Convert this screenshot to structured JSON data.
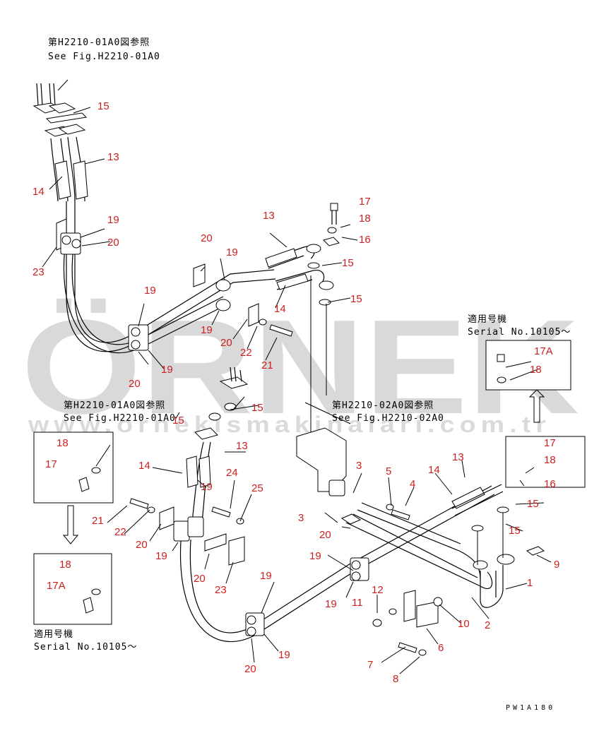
{
  "watermark": {
    "brand": "ÖRNEK",
    "site": "www.ornekismakinalari.com.tr"
  },
  "references": {
    "top": {
      "jp": "第H2210-01A0図参照",
      "en": "See Fig.H2210-01A0"
    },
    "mid_left": {
      "jp": "第H2210-01A0図参照",
      "en": "See Fig.H2210-01A0"
    },
    "mid_right": {
      "jp": "第H2210-02A0図参照",
      "en": "See Fig.H2210-02A0"
    }
  },
  "serial_boxes": {
    "applicable_label": "適用号機",
    "serial": "Serial No.10105～"
  },
  "figure_code": "PW1A180",
  "callouts": [
    {
      "id": "c15a",
      "label": "15"
    },
    {
      "id": "c13a",
      "label": "13"
    },
    {
      "id": "c14a",
      "label": "14"
    },
    {
      "id": "c19a",
      "label": "19"
    },
    {
      "id": "c20a",
      "label": "20"
    },
    {
      "id": "c23a",
      "label": "23"
    },
    {
      "id": "c17a",
      "label": "17"
    },
    {
      "id": "c18a",
      "label": "18"
    },
    {
      "id": "c16a",
      "label": "16"
    },
    {
      "id": "c13b",
      "label": "13"
    },
    {
      "id": "c20b",
      "label": "20"
    },
    {
      "id": "c19b",
      "label": "19"
    },
    {
      "id": "c15b",
      "label": "15"
    },
    {
      "id": "c15c",
      "label": "15"
    },
    {
      "id": "c14b",
      "label": "14"
    },
    {
      "id": "c19c",
      "label": "19"
    },
    {
      "id": "c19d",
      "label": "19"
    },
    {
      "id": "c20c",
      "label": "20"
    },
    {
      "id": "c22a",
      "label": "22"
    },
    {
      "id": "c21a",
      "label": "21"
    },
    {
      "id": "c19e",
      "label": "19"
    },
    {
      "id": "c20d",
      "label": "20"
    },
    {
      "id": "c17A1",
      "label": "17A"
    },
    {
      "id": "c18b",
      "label": "18"
    },
    {
      "id": "c15d",
      "label": "15"
    },
    {
      "id": "c15e",
      "label": "15"
    },
    {
      "id": "c13c",
      "label": "13"
    },
    {
      "id": "c18c",
      "label": "18"
    },
    {
      "id": "c17b",
      "label": "17"
    },
    {
      "id": "c14c",
      "label": "14"
    },
    {
      "id": "c19f",
      "label": "19"
    },
    {
      "id": "c24a",
      "label": "24"
    },
    {
      "id": "c25a",
      "label": "25"
    },
    {
      "id": "c21b",
      "label": "21"
    },
    {
      "id": "c22b",
      "label": "22"
    },
    {
      "id": "c20e",
      "label": "20"
    },
    {
      "id": "c19g",
      "label": "19"
    },
    {
      "id": "c20f",
      "label": "20"
    },
    {
      "id": "c23b",
      "label": "23"
    },
    {
      "id": "c18d",
      "label": "18"
    },
    {
      "id": "c17A2",
      "label": "17A"
    },
    {
      "id": "c3a",
      "label": "3"
    },
    {
      "id": "c5a",
      "label": "5"
    },
    {
      "id": "c4a",
      "label": "4"
    },
    {
      "id": "c14d",
      "label": "14"
    },
    {
      "id": "c13d",
      "label": "13"
    },
    {
      "id": "c3b",
      "label": "3"
    },
    {
      "id": "c20g",
      "label": "20"
    },
    {
      "id": "c17c",
      "label": "17"
    },
    {
      "id": "c18e",
      "label": "18"
    },
    {
      "id": "c16b",
      "label": "16"
    },
    {
      "id": "c15f",
      "label": "15"
    },
    {
      "id": "c15g",
      "label": "15"
    },
    {
      "id": "c19h",
      "label": "19"
    },
    {
      "id": "c19i",
      "label": "19"
    },
    {
      "id": "c11a",
      "label": "11"
    },
    {
      "id": "c12a",
      "label": "12"
    },
    {
      "id": "c9a",
      "label": "9"
    },
    {
      "id": "c1a",
      "label": "1"
    },
    {
      "id": "c10a",
      "label": "10"
    },
    {
      "id": "c2a",
      "label": "2"
    },
    {
      "id": "c6a",
      "label": "6"
    },
    {
      "id": "c19j",
      "label": "19"
    },
    {
      "id": "c19k",
      "label": "19"
    },
    {
      "id": "c20h",
      "label": "20"
    },
    {
      "id": "c7a",
      "label": "7"
    },
    {
      "id": "c8a",
      "label": "8"
    }
  ]
}
